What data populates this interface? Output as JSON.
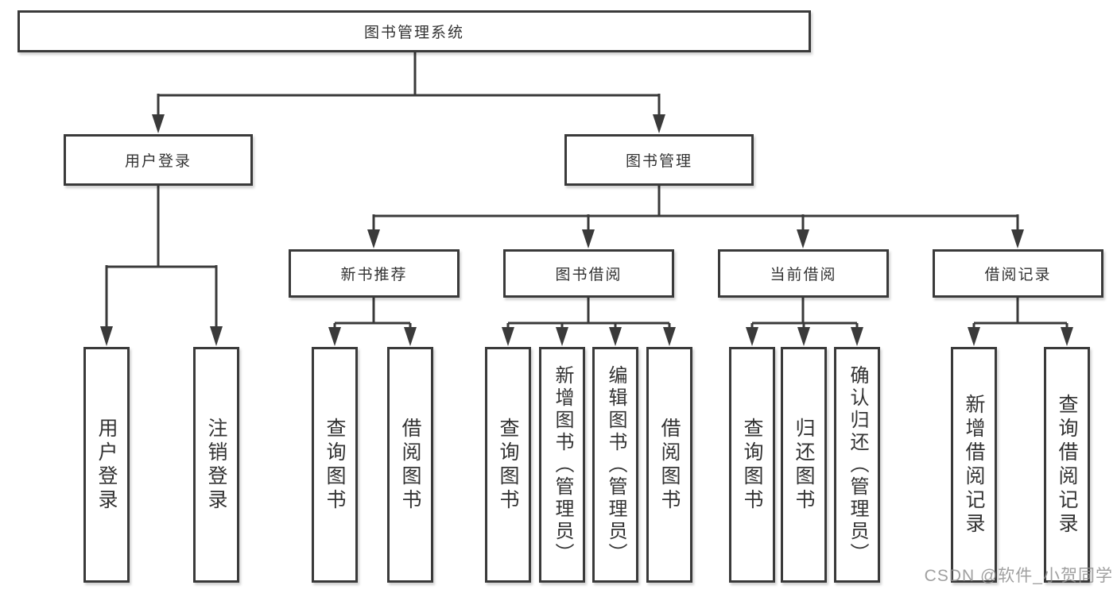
{
  "colors": {
    "line": "#3a3a3a",
    "text": "#333333",
    "background": "#ffffff",
    "watermark": "#8f8f8f"
  },
  "watermark": {
    "text": "CSDN @软件_小贺同学"
  },
  "diagram": {
    "root": {
      "label": "图书管理系统"
    },
    "branches": [
      {
        "label": "用户登录",
        "children": [
          {
            "label": "用户登录"
          },
          {
            "label": "注销登录"
          }
        ]
      },
      {
        "label": "图书管理",
        "children": [
          {
            "label": "新书推荐",
            "children": [
              {
                "label": "查询图书"
              },
              {
                "label": "借阅图书"
              }
            ]
          },
          {
            "label": "图书借阅",
            "children": [
              {
                "label": "查询图书"
              },
              {
                "label": "新增图书（管理员）"
              },
              {
                "label": "编辑图书（管理员）"
              },
              {
                "label": "借阅图书"
              }
            ]
          },
          {
            "label": "当前借阅",
            "children": [
              {
                "label": "查询图书"
              },
              {
                "label": "归还图书"
              },
              {
                "label": "确认归还（管理员）"
              }
            ]
          },
          {
            "label": "借阅记录",
            "children": [
              {
                "label": "新增借阅记录"
              },
              {
                "label": "查询借阅记录"
              }
            ]
          }
        ]
      }
    ]
  }
}
